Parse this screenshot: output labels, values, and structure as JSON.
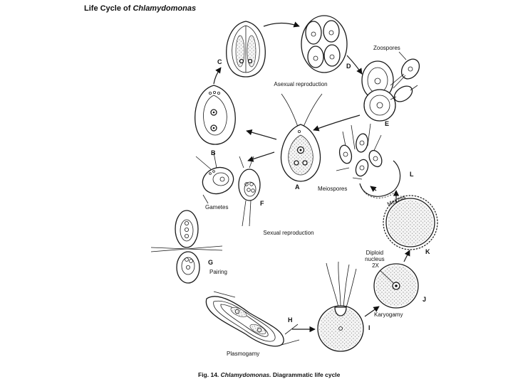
{
  "title_prefix": "Life Cycle of ",
  "title_organism": "Chlamydomonas",
  "caption": {
    "fig_no": "Fig. 14.",
    "organism": "Chlamydomonas.",
    "text": "Diagrammatic life cycle"
  },
  "regions": {
    "asexual": "Asexual reproduction",
    "sexual": "Sexual reproduction"
  },
  "annotations": {
    "zoospores": "Zoospores",
    "meiospores": "Meiospores",
    "meiosis": "Meiosis",
    "gametes": "Gametes",
    "pairing": "Pairing",
    "plasmogamy": "Plasmogamy",
    "karyogamy": "Karyogamy",
    "diploid_1": "Diploid",
    "diploid_2": "nucleus",
    "diploid_3": "2X"
  },
  "stage_letters": {
    "A": "A",
    "B": "B",
    "C": "C",
    "D": "D",
    "E": "E",
    "F": "F",
    "G": "G",
    "H": "H",
    "I": "I",
    "J": "J",
    "K": "K",
    "L": "L"
  }
}
